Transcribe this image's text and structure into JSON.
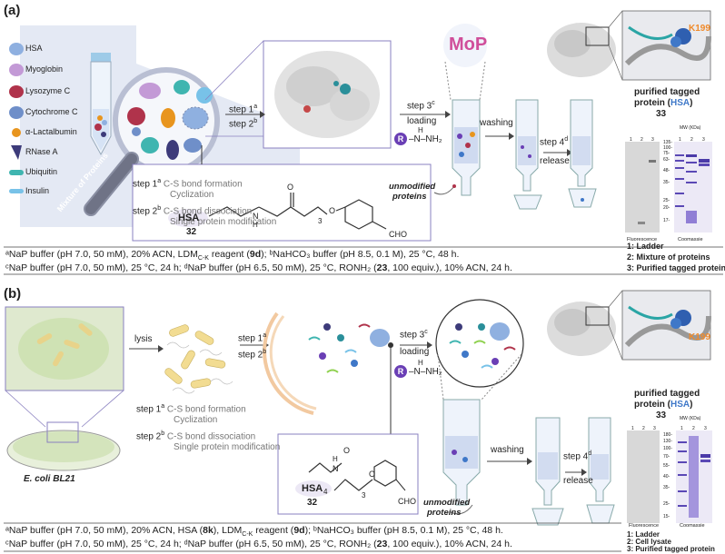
{
  "panel_a": {
    "label": "(a)",
    "legend": [
      "HSA",
      "Myoglobin",
      "Lysozyme C",
      "Cytochrome C",
      "α-Lactalbumin",
      "RNase A",
      "Ubiquitin",
      "Insulin"
    ],
    "legend_colors": [
      "#8fb0e0",
      "#c39ad6",
      "#b0334b",
      "#6f8fc9",
      "#e8951e",
      "#3d3b7a",
      "#3fb5b0",
      "#78c2e8"
    ],
    "mixture_label": "Mixture of Proteins",
    "step1_label": "step 1",
    "step1_sup": "a",
    "step2_label": "step 2",
    "step2_sup": "b",
    "step3_label": "step 3",
    "step3_sup": "c",
    "loading": "loading",
    "reagent": "R",
    "reagent_formula": "–N–NH₂",
    "reagent_h": "H",
    "mop": "MoP",
    "washing": "washing",
    "step4_label": "step 4",
    "step4_sup": "d",
    "release": "release",
    "unmodified": "unmodified",
    "proteins": "proteins",
    "desc1a": "step 1",
    "desc1a_sup": "a",
    "desc1a_text": " C-S bond formation",
    "desc1b": "Cyclization",
    "desc2a": "step 2",
    "desc2a_sup": "b",
    "desc2a_text": " C-S bond dissociation",
    "desc2b": "Single protein modification",
    "struct_hsa": "HSA",
    "struct_num": "32",
    "struct_h": "H",
    "struct_n": "N",
    "struct_o": "O",
    "struct_o2": "O",
    "struct_cho": "CHO",
    "struct_3": "3",
    "k199": "K199",
    "purified_line1": "purified tagged",
    "purified_line2a": "protein (",
    "purified_hsa": "HSA",
    "purified_line2b": ")",
    "purified_num": "33",
    "gel_mw": "MW (KDa)",
    "gel_lanes": [
      "1",
      "2",
      "3"
    ],
    "gel_markers": [
      "135-",
      "100-",
      "75-",
      "63-",
      "48-",
      "35-",
      "25-",
      "20-",
      "17-"
    ],
    "gel_fluor": "Fluorescence",
    "gel_coom": "Coomassie",
    "gel_key": [
      "1: Ladder",
      "2: Mixture of proteins",
      "3: Purified tagged protein"
    ],
    "foot1": "ᵃNaP buffer (pH 7.0, 50 mM), 20% ACN, LDM",
    "foot1_sub": "C-K",
    "foot1_b": " reagent (",
    "foot1_9d": "9d",
    "foot1_c": "); ᵇNaHCO₃ buffer (pH 8.5, 0.1 M), 25 °C, 48 h.",
    "foot2": "ᶜNaP buffer (pH 7.0, 50 mM), 25 °C, 24 h; ᵈNaP buffer (pH 6.5, 50 mM), 25 °C, RONH₂ (",
    "foot2_23": "23",
    "foot2_b": ", 100 equiv.), 10% ACN, 24 h."
  },
  "panel_b": {
    "label": "(b)",
    "ecoli": "E. coli BL21",
    "lysis": "lysis",
    "step1_label": "step 1",
    "step1_sup": "a",
    "step2_label": "step 2",
    "step2_sup": "b",
    "step3_label": "step 3",
    "step3_sup": "c",
    "loading": "loading",
    "reagent": "R",
    "reagent_formula": "–N–NH₂",
    "reagent_h": "H",
    "washing": "washing",
    "step4_label": "step 4",
    "step4_sup": "d",
    "release": "release",
    "unmodified": "unmodified",
    "proteins": "proteins",
    "desc1a": "step 1",
    "desc1a_sup": "a",
    "desc1a_text": " C-S bond formation",
    "desc1b": "Cyclization",
    "desc2a": "step 2",
    "desc2a_sup": "b",
    "desc2a_text": " C-S bond dissociation",
    "desc2b": "Single protein modification",
    "struct_hsa": "HSA",
    "struct_num": "32",
    "struct_4": "4",
    "struct_3": "3",
    "struct_h": "H",
    "struct_n": "N",
    "struct_o": "O",
    "struct_o2": "O",
    "struct_cho": "CHO",
    "k199": "K199",
    "purified_line1": "purified tagged",
    "purified_line2a": "protein (",
    "purified_hsa": "HSA",
    "purified_line2b": ")",
    "purified_num": "33",
    "gel_mw": "MW (KDa)",
    "gel_lanes": [
      "1",
      "2",
      "3"
    ],
    "gel_markers": [
      "180-",
      "130-",
      "100-",
      "70-",
      "55-",
      "40-",
      "35-",
      "25-",
      "15-"
    ],
    "gel_fluor": "Fluorescence",
    "gel_coom": "Coomassie",
    "gel_key": [
      "1: Ladder",
      "2: Cell lysate",
      "3: Purified tagged protein"
    ],
    "foot1": "ᵃNaP buffer (pH 7.0, 50 mM), 20% ACN, HSA (",
    "foot1_8k": "8k",
    "foot1_b": "), LDM",
    "foot1_sub": "C-K",
    "foot1_c": " reagent (",
    "foot1_9d": "9d",
    "foot1_d": "); ᵇNaHCO₃ buffer (pH 8.5, 0.1 M), 25 °C, 48 h.",
    "foot2": "ᶜNaP buffer (pH 7.0, 50 mM), 25 °C, 24 h; ᵈNaP buffer (pH 6.5, 50 mM), 25 °C, RONH₂ (",
    "foot2_23": "23",
    "foot2_b": ", 100 equiv.), 10% ACN, 24 h."
  },
  "colors": {
    "accent": "#f08a2a",
    "purple": "#6a3fb5",
    "hsa_blue": "#3f78c8",
    "box_border": "#8a80c0",
    "teal": "#2aa5a5"
  }
}
